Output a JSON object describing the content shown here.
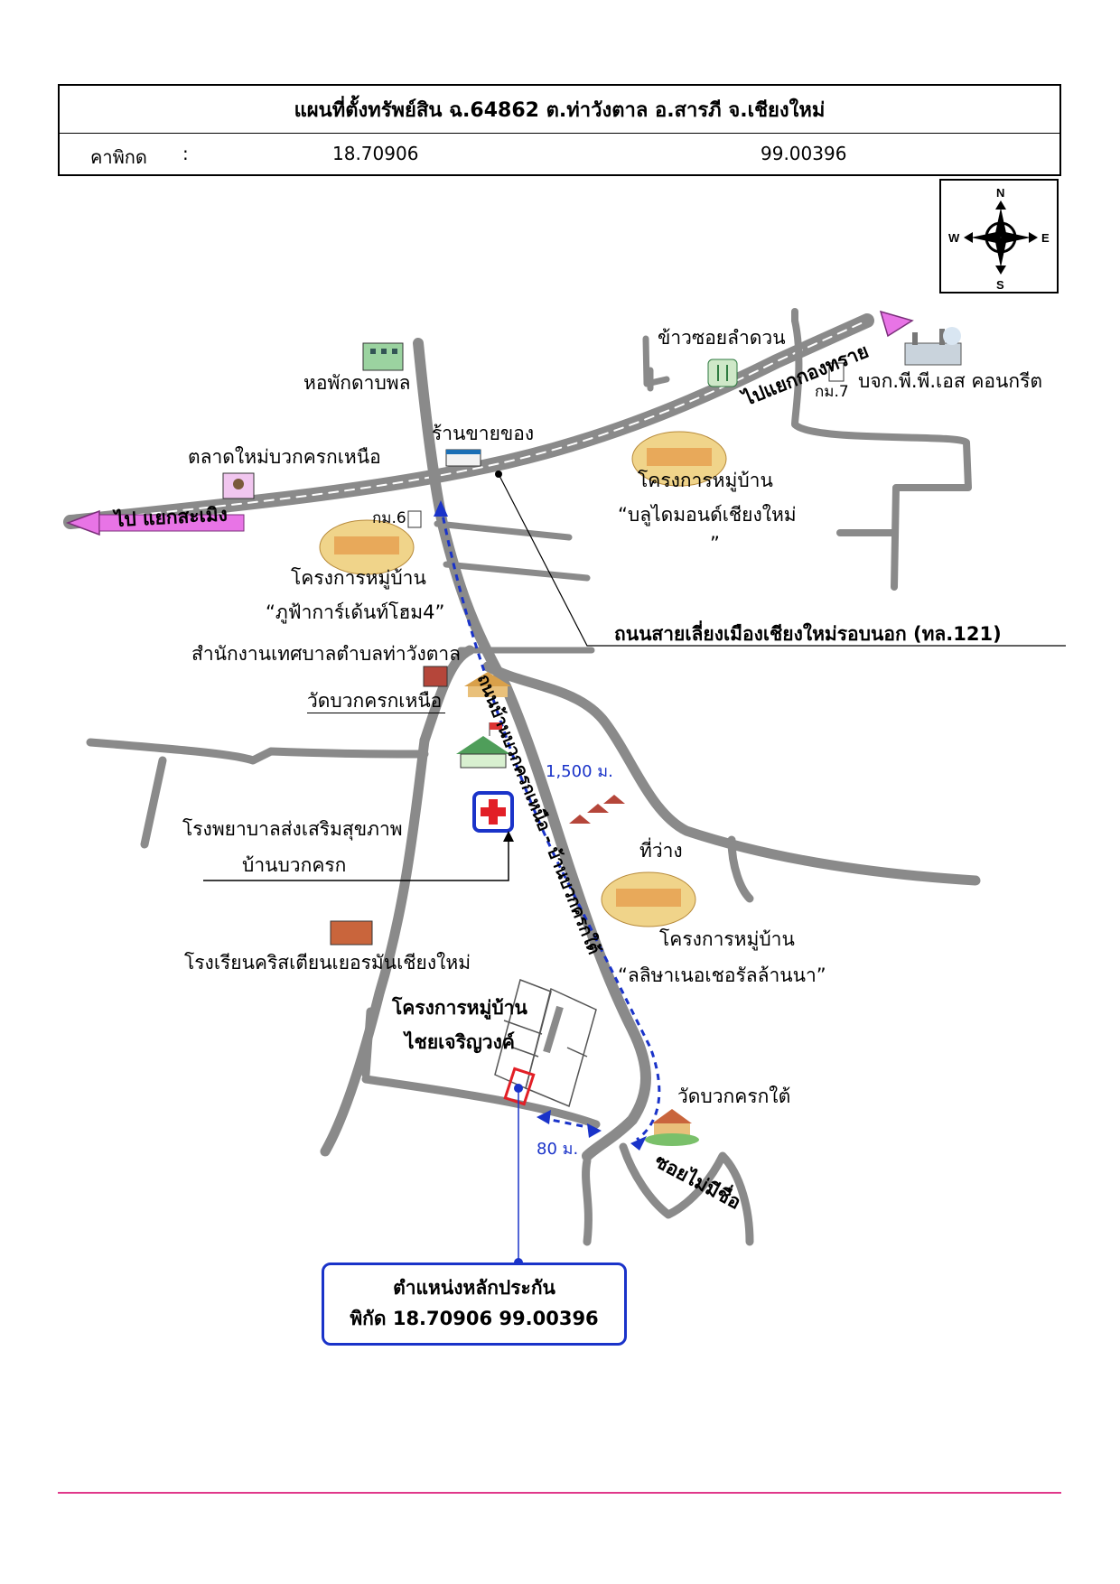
{
  "header": {
    "title": "แผนที่ตั้งทรัพย์สิน ฉ.64862 ต.ท่าวังตาล อ.สารภี จ.เชียงใหม่",
    "coord_label": "คาพิกด",
    "coord_sep": ":",
    "latitude": "18.70906",
    "longitude": "99.00396"
  },
  "compass": {
    "n": "N",
    "s": "S",
    "e": "E",
    "w": "W"
  },
  "roads": {
    "to_kong_sai": "ไปแยกกองทราย",
    "to_sa_moeng": "ไป แยกสะเมิง",
    "ring_road": "ถนนสายเลี่ยงเมืองเชียงใหม่รอบนอก (ทล.121)",
    "main_soi": "ถนนบ้านบวกครกเหนือ - บ้านบวกครกใต้",
    "unnamed_soi": "ซอยไม่มีชื่อ",
    "km7": "กม.7",
    "km6": "กม.6"
  },
  "places": {
    "dormitory": "หอพักดาบพล",
    "shop": "ร้านขายของ",
    "market": "ตลาดใหม่บวกครกเหนือ",
    "restaurant": "ข้าวซอยลำดวน",
    "concrete_co": "บจก.พี.พี.เอส คอนกรีต",
    "village_blue_1": "โครงการหมู่บ้าน",
    "village_blue_2": "“บลูไดมอนด์เชียงใหม่",
    "village_blue_3": "”",
    "village_phufa_1": "โครงการหมู่บ้าน",
    "village_phufa_2": "“ภูฟ้าการ์เด้นท์โฮม4”",
    "municipality": "สำนักงานเทศบาลตำบลท่าวังตาล",
    "wat_north": "วัดบวกครกเหนือ",
    "hospital_1": "โรงพยาบาลส่งเสริมสุขภาพ",
    "hospital_2": "บ้านบวกครก",
    "vacant": "ที่ว่าง",
    "village_lalisa_1": "โครงการหมู่บ้าน",
    "village_lalisa_2": "“ลลิษาเนอเชอรัลล้านนา”",
    "school": "โรงเรียนคริสเตียนเยอรมันเชียงใหม่",
    "village_chai_1": "โครงการหมู่บ้าน",
    "village_chai_2": "ไชยเจริญวงค์",
    "wat_south": "วัดบวกครกใต้"
  },
  "distances": {
    "main": "1,500 ม.",
    "branch": "80 ม."
  },
  "callout": {
    "line1": "ตำแหน่งหลักประกัน",
    "line2": "พิกัด 18.70906 99.00396"
  },
  "colors": {
    "road": "#8a8a8a",
    "arrow": "#e874e6",
    "route": "#1a33c9",
    "marker": "#e21f26",
    "footer": "#e0388a"
  }
}
